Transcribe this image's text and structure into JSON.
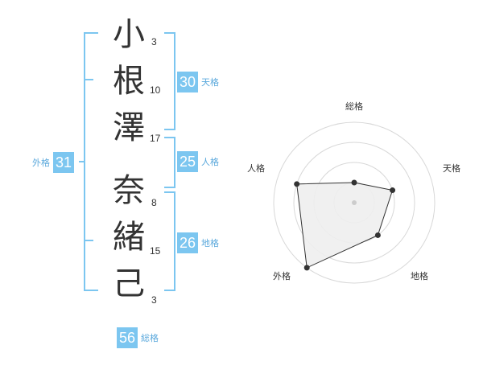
{
  "name": {
    "characters": [
      {
        "char": "小",
        "strokes": "3"
      },
      {
        "char": "根",
        "strokes": "10"
      },
      {
        "char": "澤",
        "strokes": "17"
      },
      {
        "char": "奈",
        "strokes": "8"
      },
      {
        "char": "緒",
        "strokes": "15"
      },
      {
        "char": "己",
        "strokes": "3"
      }
    ]
  },
  "fortunes": {
    "tenkaku": {
      "value": "30",
      "label": "天格"
    },
    "jinkaku": {
      "value": "25",
      "label": "人格"
    },
    "chikaku": {
      "value": "26",
      "label": "地格"
    },
    "gaikaku": {
      "value": "31",
      "label": "外格"
    },
    "soukaku": {
      "value": "56",
      "label": "総格"
    }
  },
  "chart_data": {
    "type": "radar",
    "axes": [
      "総格",
      "天格",
      "地格",
      "外格",
      "人格"
    ],
    "values": [
      1,
      2,
      2,
      4,
      3
    ],
    "max": 4,
    "rings": 4
  },
  "colors": {
    "accent": "#7cc6f0",
    "badge_label": "#5aa8dc",
    "text": "#333333",
    "ring": "#d8d8d8",
    "fill": "#eeeeee"
  }
}
